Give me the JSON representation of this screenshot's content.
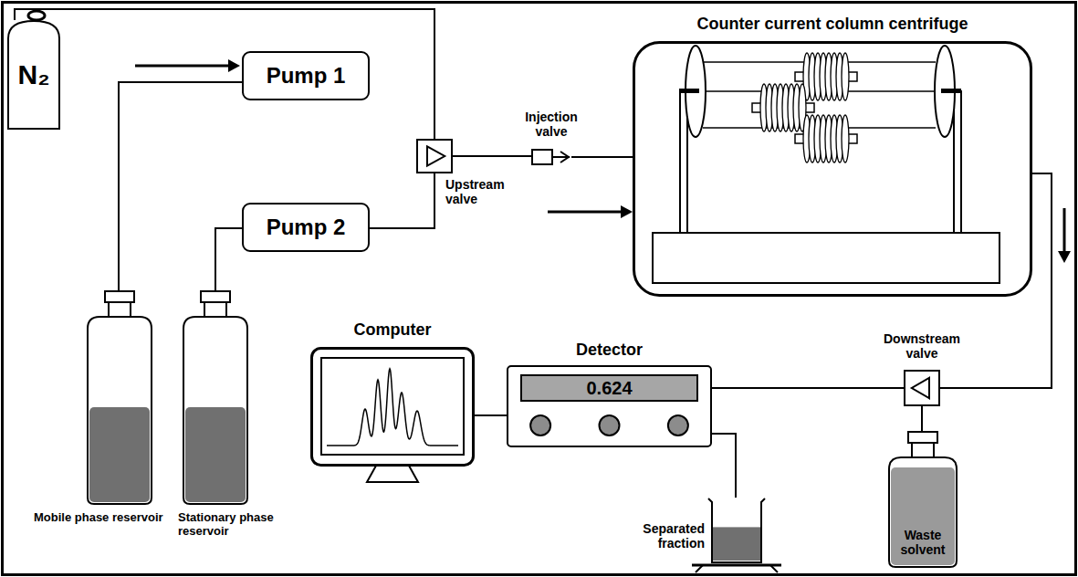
{
  "diagram": {
    "nodes": [
      {
        "text": [
          "N₂"
        ]
      },
      {
        "text": [
          "Pump 1"
        ]
      },
      {
        "text": [
          "Pump 2"
        ]
      },
      {
        "text": [
          "Upstream valve"
        ]
      },
      {
        "text": [
          "Injection valve"
        ]
      },
      {
        "text": [
          "Counter current column centrifuge"
        ]
      },
      {
        "text": [
          "Mobile phase reservoir"
        ]
      },
      {
        "text": [
          "Stationary phase reservoir"
        ]
      },
      {
        "text": [
          "Computer"
        ]
      },
      {
        "text": [
          "Detector",
          "0.624"
        ]
      },
      {
        "text": [
          "Downstream valve"
        ]
      },
      {
        "text": [
          "Separated fraction"
        ]
      },
      {
        "text": [
          "Waste solvent"
        ]
      }
    ],
    "edges": [
      {
        "from": 6,
        "to": 1,
        "arrow": "none"
      },
      {
        "from": 7,
        "to": 2,
        "arrow": "none"
      },
      {
        "from": 0,
        "to": 3,
        "arrow": "none"
      },
      {
        "from": 2,
        "to": 3,
        "arrow": "none"
      },
      {
        "from": 3,
        "to": 4,
        "arrow": "none"
      },
      {
        "from": 4,
        "to": 5,
        "arrow": "none"
      },
      {
        "from": 5,
        "to": 10,
        "arrow": "none"
      },
      {
        "from": 10,
        "to": 9,
        "arrow": "none"
      },
      {
        "from": 10,
        "to": 12,
        "arrow": "none"
      },
      {
        "from": 9,
        "to": 8,
        "arrow": "none"
      },
      {
        "from": 9,
        "to": 11,
        "arrow": "none"
      }
    ]
  }
}
